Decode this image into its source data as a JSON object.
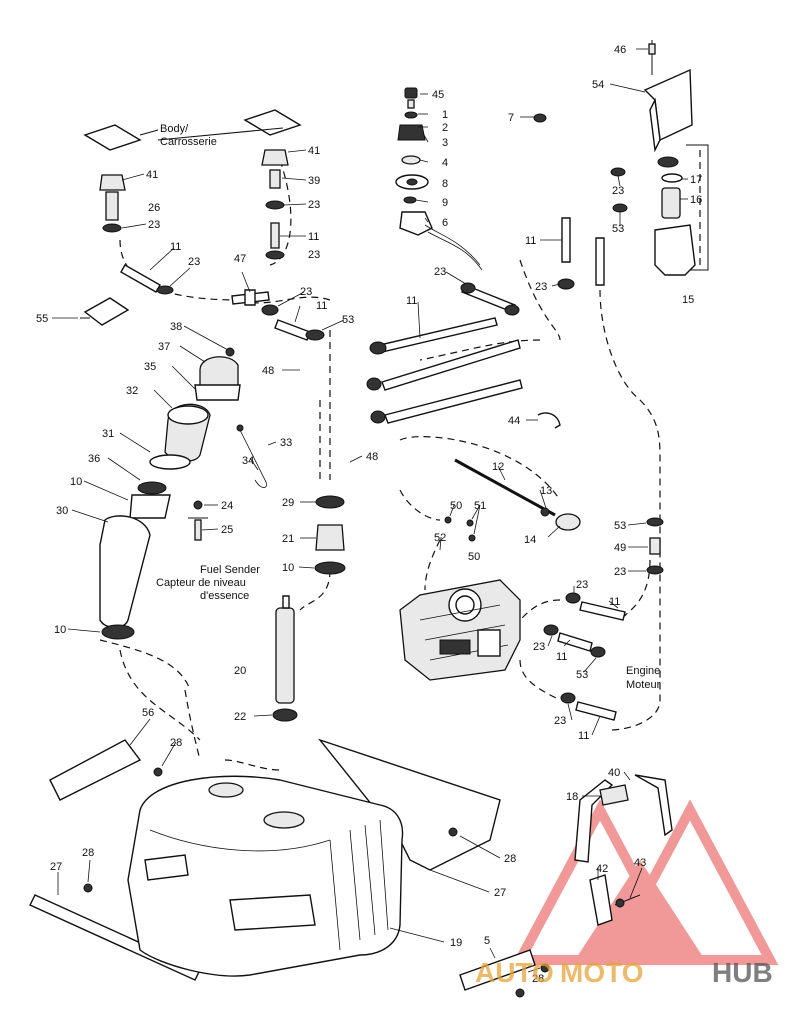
{
  "callouts": {
    "c46": "46",
    "c54": "54",
    "c45": "45",
    "c1": "1",
    "c2": "2",
    "c7": "7",
    "c3": "3",
    "c4": "4",
    "c8": "8",
    "c9": "9",
    "c6": "6",
    "c41a": "41",
    "c41b": "41",
    "c39": "39",
    "c23a": "23",
    "c26": "26",
    "c23b": "23",
    "c11a": "11",
    "c23c": "23",
    "c11b": "11",
    "c23d": "23",
    "c47": "47",
    "c23e": "23",
    "c11c": "11",
    "c11d": "11",
    "c53a": "53",
    "c23f": "23",
    "c11e": "11",
    "c23g": "23",
    "c17": "17",
    "c16": "16",
    "c23h": "23",
    "c53b": "53",
    "c15": "15",
    "c55": "55",
    "c38": "38",
    "c37": "37",
    "c35": "35",
    "c48a": "48",
    "c32": "32",
    "c44": "44",
    "c31": "31",
    "c33": "33",
    "c34": "34",
    "c36": "36",
    "c48b": "48",
    "c12": "12",
    "c10a": "10",
    "c24": "24",
    "c29": "29",
    "c50a": "50",
    "c51": "51",
    "c13": "13",
    "c30": "30",
    "c25": "25",
    "c52": "52",
    "c50b": "50",
    "c14": "14",
    "c53c": "53",
    "c21": "21",
    "c49": "49",
    "c10b": "10",
    "c23i": "23",
    "c23j": "23",
    "c11f": "11",
    "c10c": "10",
    "c23k": "23",
    "c11g": "11",
    "c53d": "53",
    "c20": "20",
    "c56": "56",
    "c22": "22",
    "c23l": "23",
    "c11h": "11",
    "c40": "40",
    "c28a": "28",
    "c18": "18",
    "c42": "42",
    "c43": "43",
    "c28b": "28",
    "c27a": "27",
    "c28c": "28",
    "c27b": "27",
    "c19": "19",
    "c5": "5",
    "c28d": "28"
  },
  "labels": {
    "body_en": "Body/",
    "body_fr": "Carrosserie",
    "fuel_sender_en": "Fuel Sender",
    "fuel_sender_fr1": "Capteur de niveau",
    "fuel_sender_fr2": "d'essence",
    "engine_en": "Engine",
    "engine_fr": "Moteur"
  },
  "watermark": {
    "part1": "AUTO",
    "part2": "MOTO",
    "part3": "HUB",
    "color_primary": "#e8a33a",
    "color_secondary": "#555555",
    "logo_color": "#e64545"
  }
}
